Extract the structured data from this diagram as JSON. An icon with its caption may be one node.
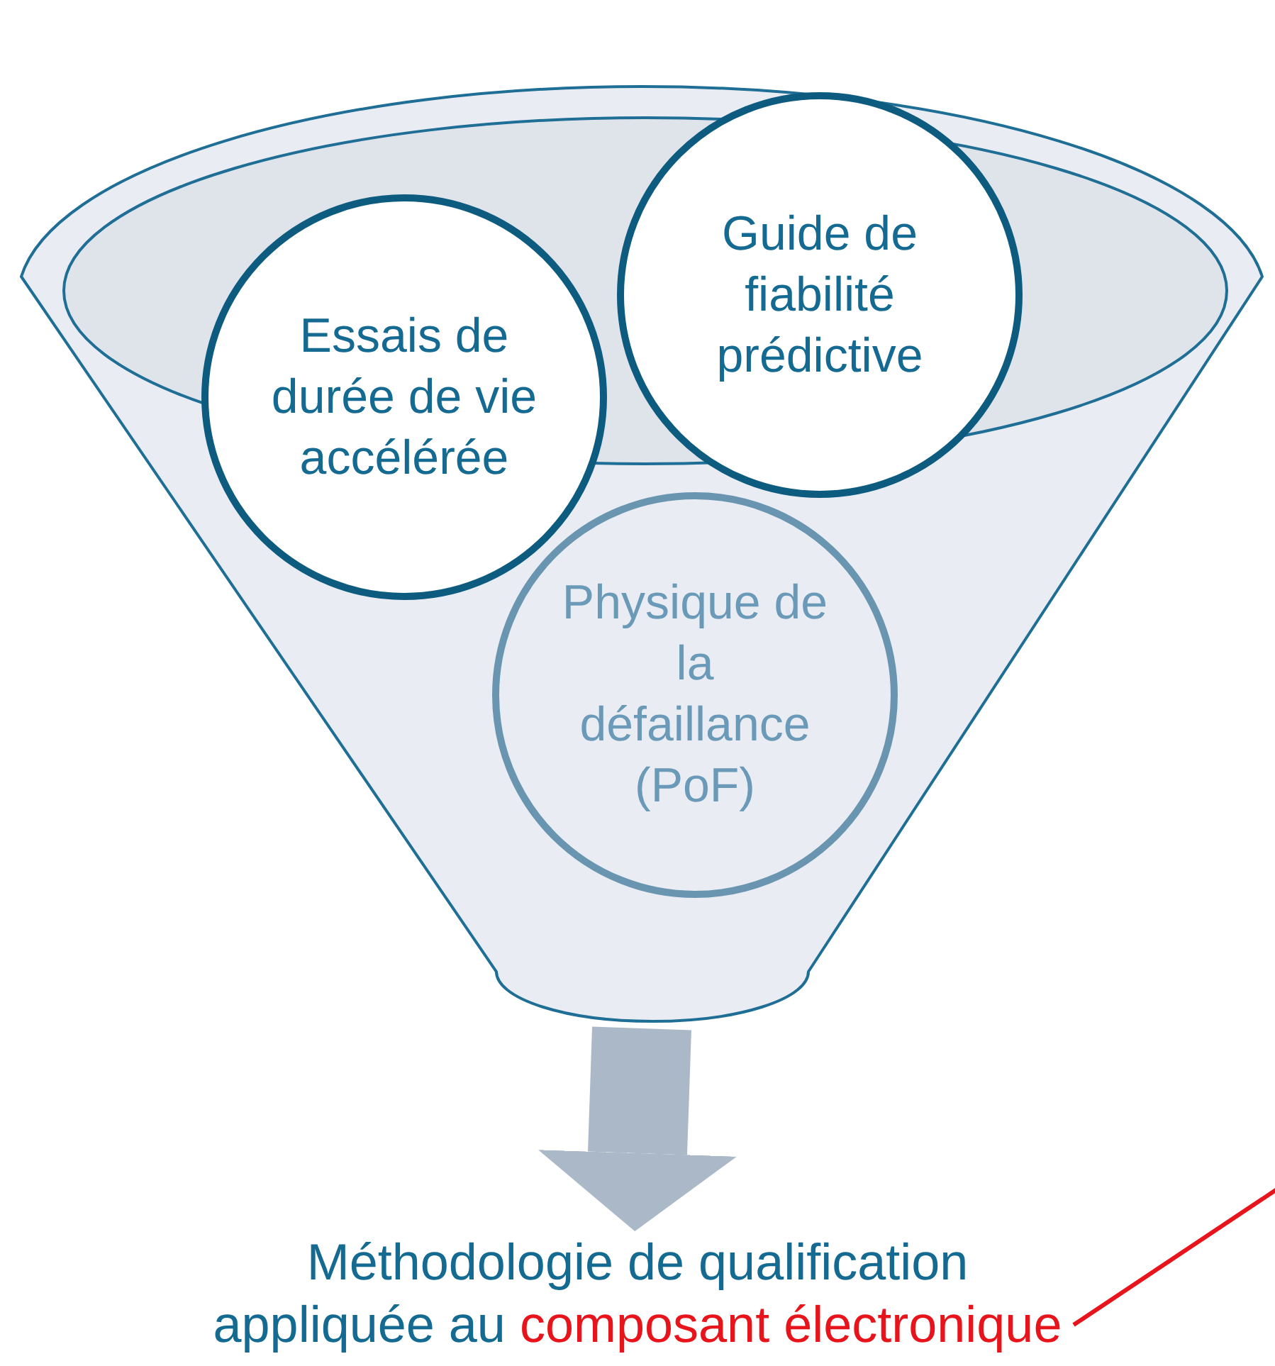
{
  "diagram": {
    "nodes": [
      {
        "text": [],
        "shape": "funnel"
      },
      {
        "text": [
          "Essais de durée de vie accélérée"
        ],
        "in": 0
      },
      {
        "text": [
          "Guide de fiabilité prédictive"
        ],
        "in": 0
      },
      {
        "text": [
          "Physique de la défaillance (PoF)"
        ],
        "in": 0
      },
      {
        "text": [
          "Méthodologie de qualification appliquée au",
          "composant électronique"
        ]
      }
    ],
    "edges": [
      {
        "from": 0,
        "to": 4,
        "arrow": "to",
        "style": "thick",
        "color": "#aab8c8"
      },
      {
        "from": 4,
        "to": null,
        "arrow": "none",
        "color": "#e8141b"
      }
    ]
  }
}
